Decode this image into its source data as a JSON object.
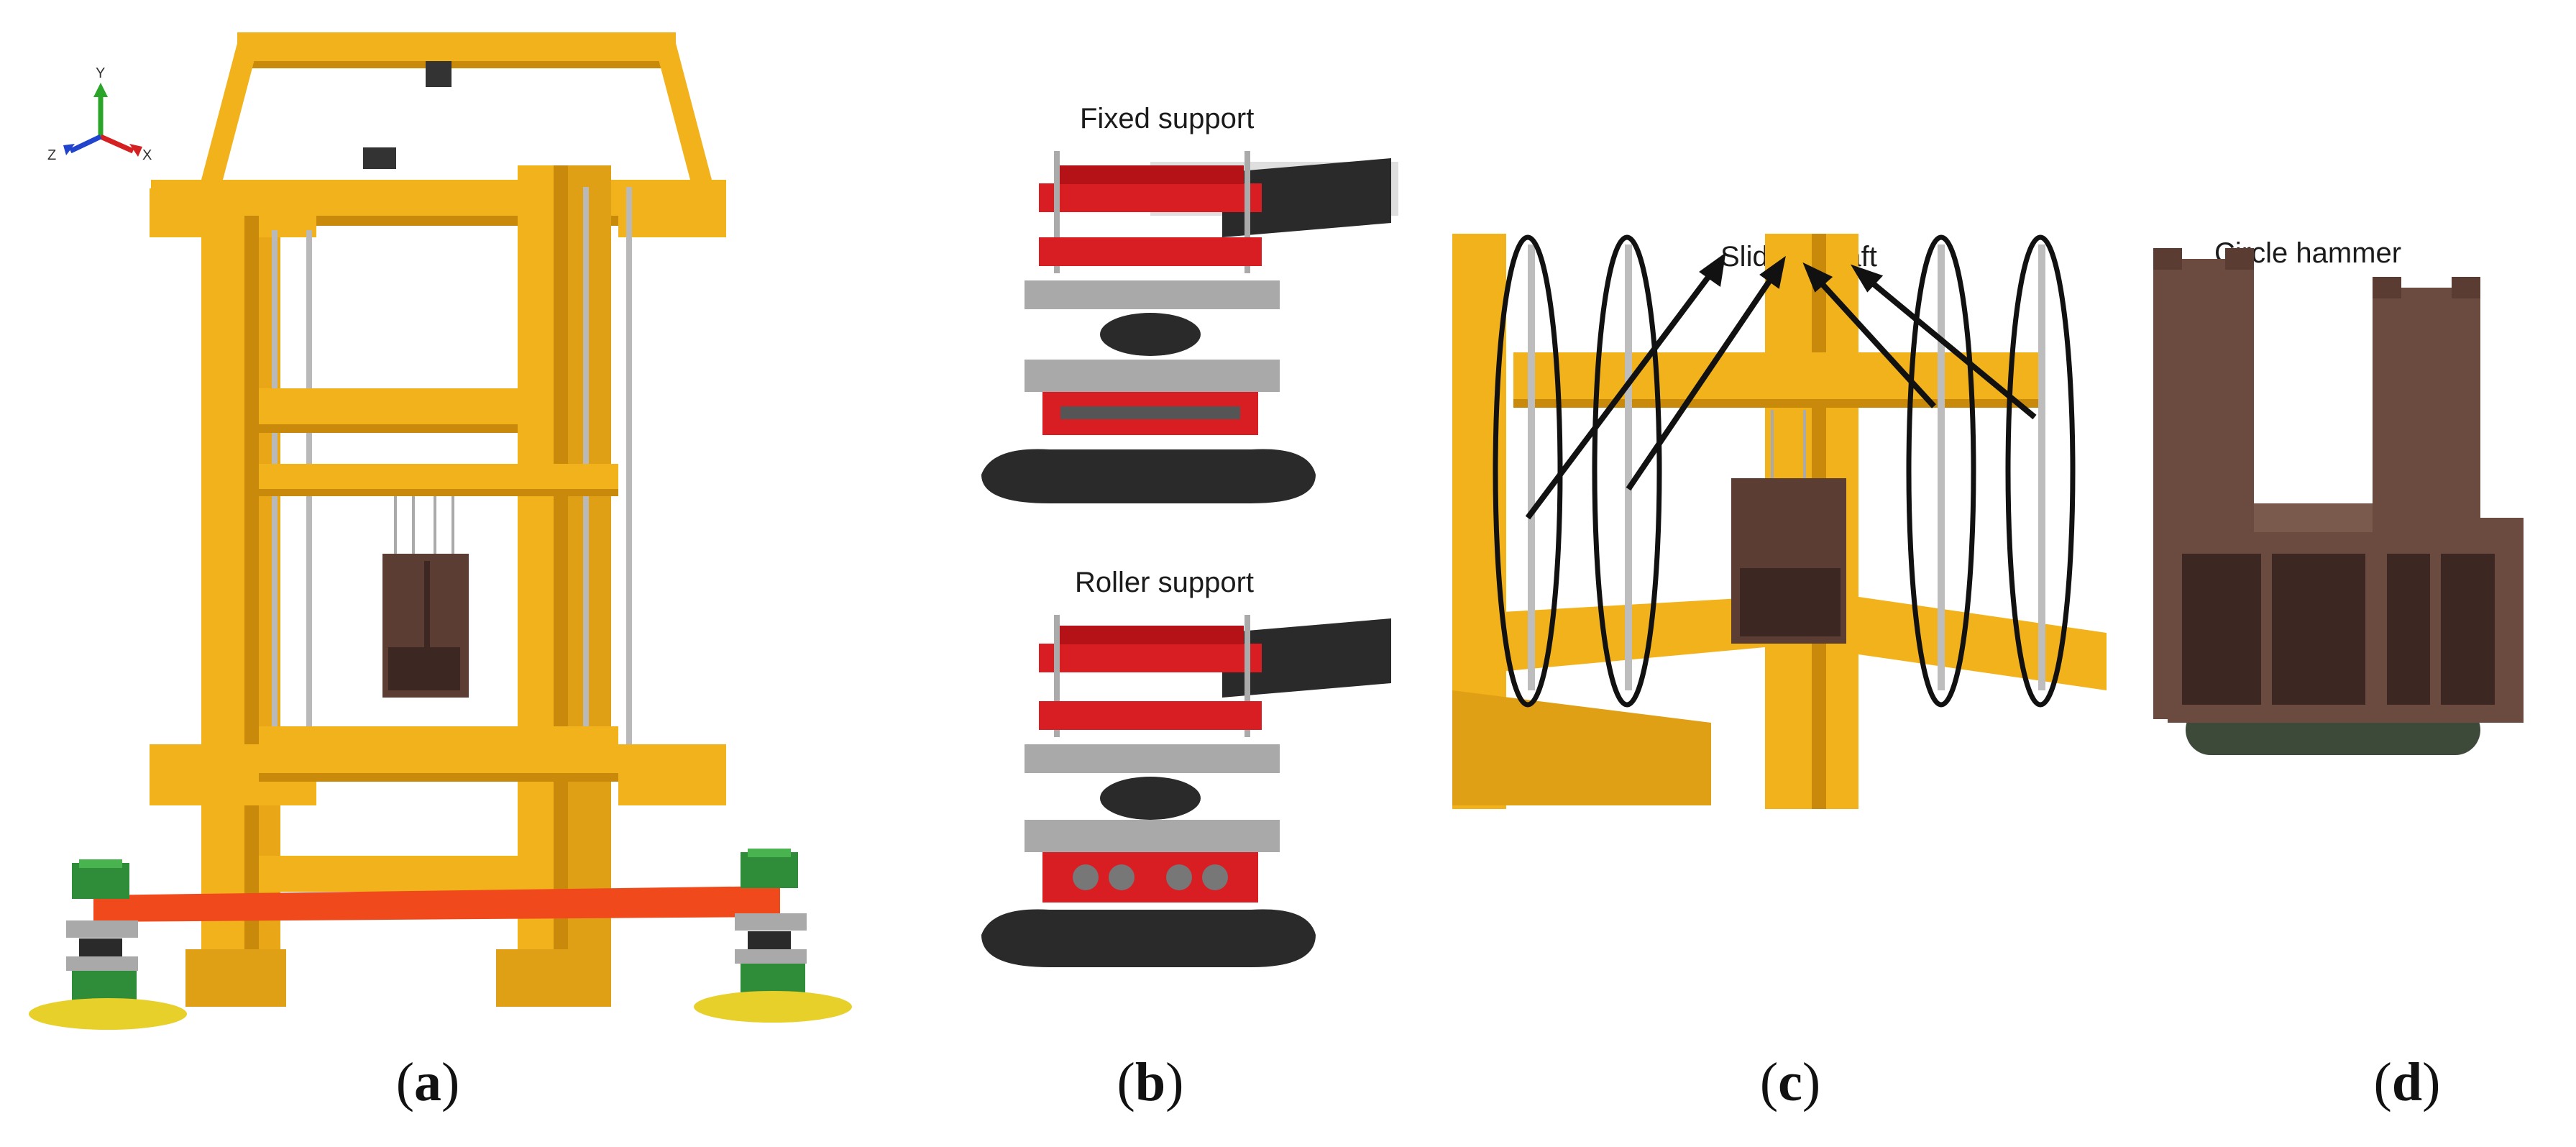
{
  "panels": {
    "a": {
      "caption": "a",
      "axes": {
        "x": "X",
        "y": "Y",
        "z": "Z"
      }
    },
    "b": {
      "caption": "b",
      "label_top": "Fixed support",
      "label_bottom": "Roller support"
    },
    "c": {
      "caption": "c",
      "label": "Sliding shaft"
    },
    "d": {
      "caption": "d",
      "label": "Circle hammer"
    }
  },
  "colors": {
    "frame_yellow": "#f2b21b",
    "frame_shadow": "#c98a0c",
    "hammer_brown": "#5b3d33",
    "support_red": "#d81d23",
    "support_green": "#2f8d3a",
    "base_black": "#2a2a2a",
    "plate_gray": "#a9a9a9",
    "beam_orange": "#f04a1c"
  }
}
